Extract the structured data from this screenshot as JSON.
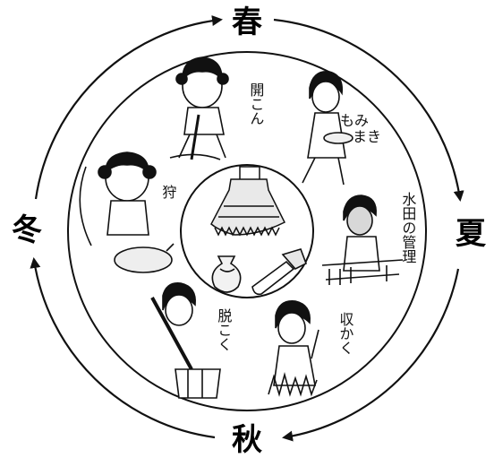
{
  "seasons": {
    "spring": "春",
    "summer": "夏",
    "autumn": "秋",
    "winter": "冬"
  },
  "activities": {
    "cultivation": "開こん",
    "sowing_line1": "もみ",
    "sowing_line2": "まき",
    "paddy_management_line1": "水田の",
    "paddy_management_line2": "管理",
    "harvest": "収かく",
    "threshing": "脱こく",
    "hunting": "狩"
  },
  "icons": [
    "cycle-arrow",
    "farmer-figure",
    "clay-pot",
    "stone-tool",
    "straw-garment"
  ]
}
